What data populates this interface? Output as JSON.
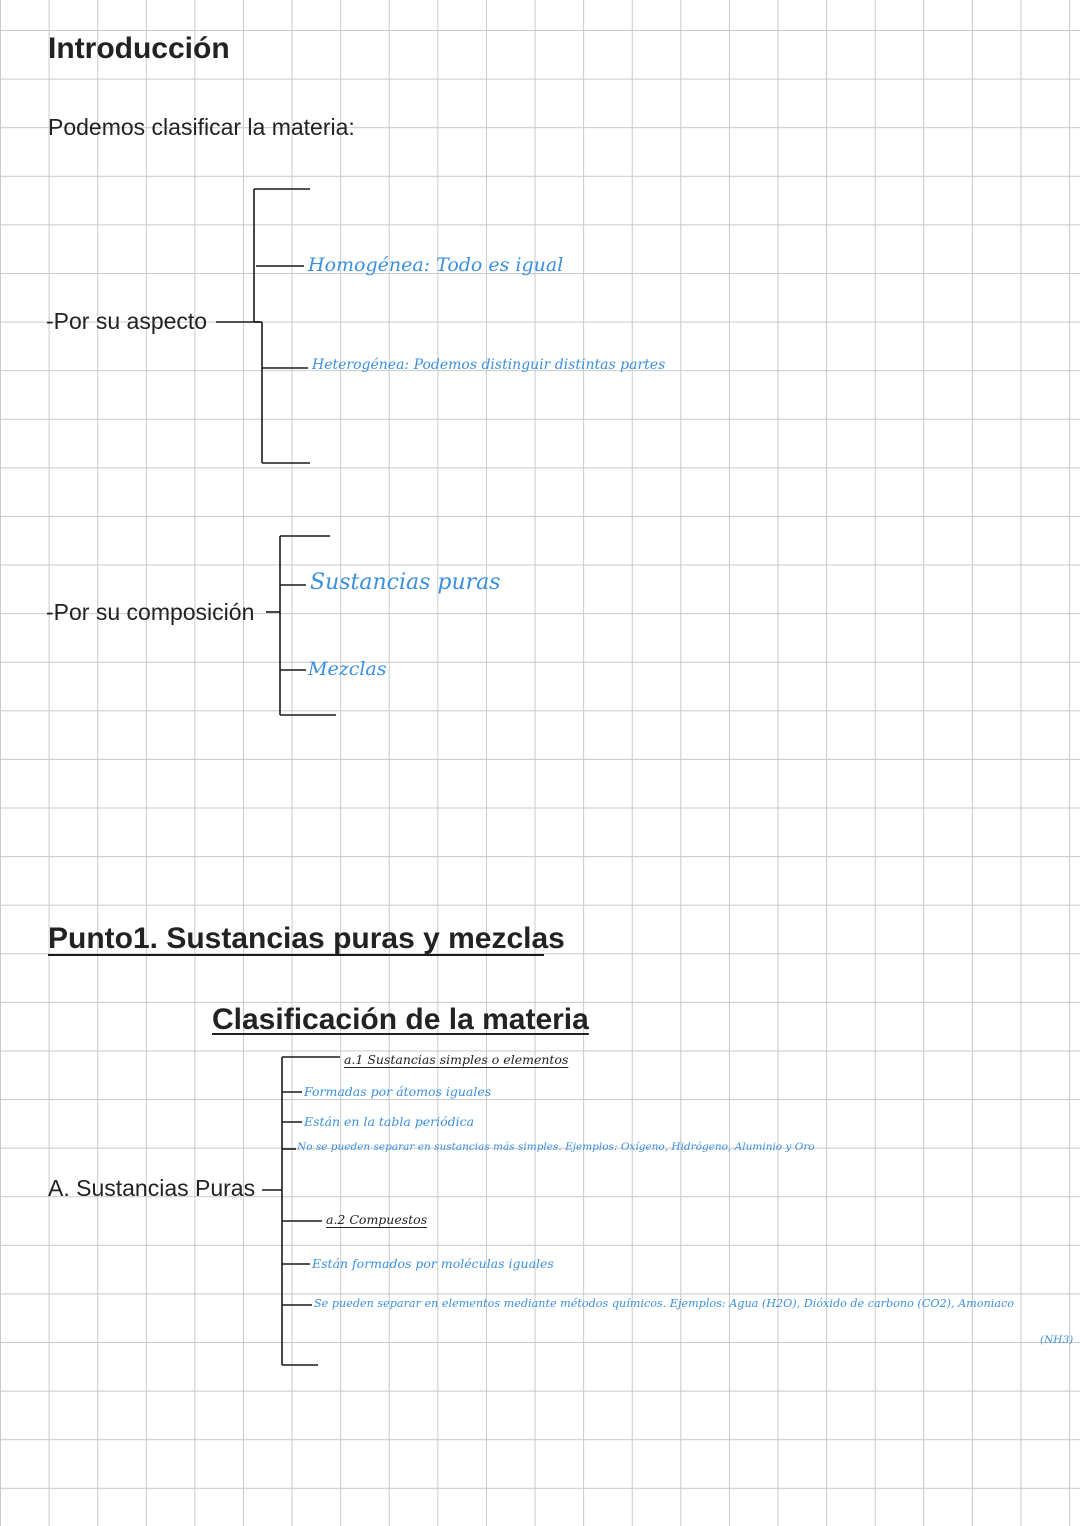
{
  "intro": {
    "heading": "Introducción",
    "lead": "Podemos clasificar la materia:"
  },
  "aspecto": {
    "label": "-Por su aspecto",
    "homogenea": "Homogénea: Todo es igual",
    "heterogenea": "Heterogénea: Podemos distinguir distintas partes"
  },
  "composicion": {
    "label": "-Por su composición",
    "sustancias": "Sustancias puras",
    "mezclas": "Mezclas"
  },
  "punto1": {
    "heading": "Punto1. Sustancias puras y mezclas",
    "subheading": "Clasificación de la materia"
  },
  "sustancias_puras": {
    "label": "A. Sustancias Puras",
    "a1_title": "a.1 Sustancias simples o elementos",
    "a1_items": [
      "Formadas por átomos iguales",
      "Están en la tabla periódica",
      "No se pueden separar en sustancias más simples. Ejemplos: Oxígeno, Hidrógeno, Aluminio y Oro"
    ],
    "a2_title": "a.2 Compuestos",
    "a2_items": [
      "Están formados por moléculas iguales",
      "Se pueden separar en elementos mediante métodos químicos. Ejemplos: Agua (H2O), Dióxido de carbono (CO2), Amoniaco"
    ],
    "a2_extra": "(NH3)"
  }
}
